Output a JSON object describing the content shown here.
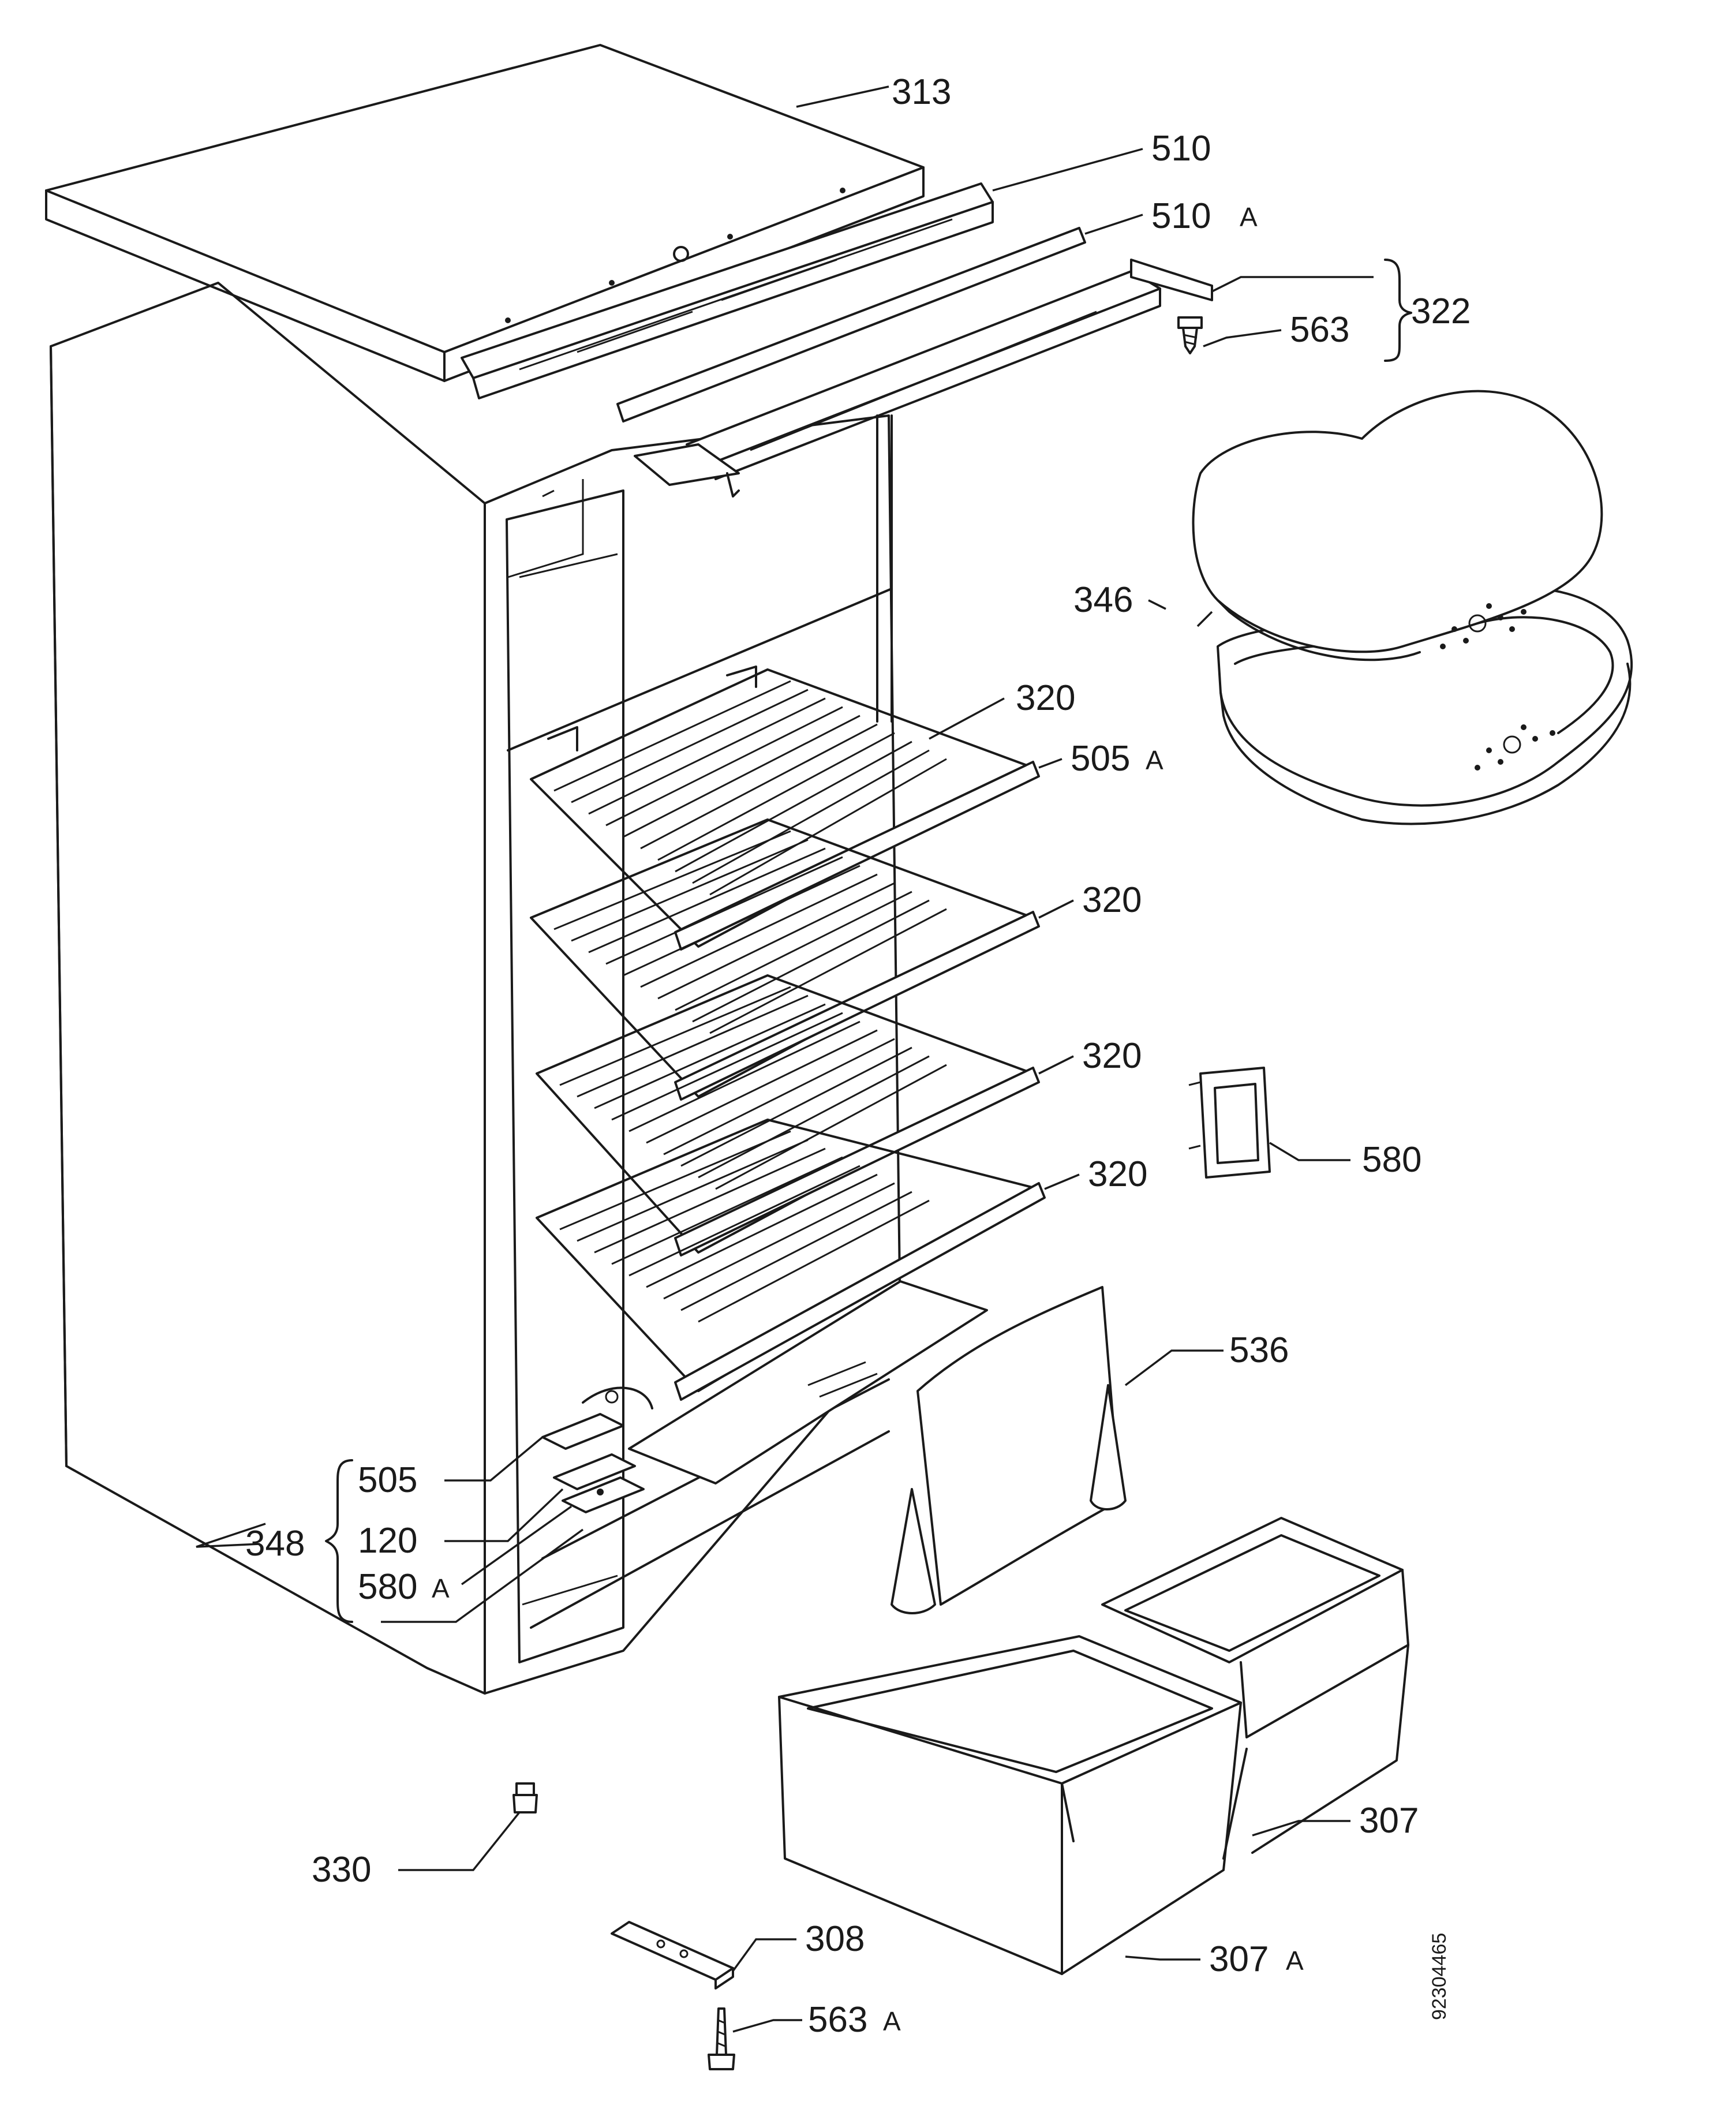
{
  "callouts": {
    "c313": "313",
    "c510": "510",
    "c510a_num": "510",
    "c510a_suffix": "A",
    "c322": "322",
    "c563": "563",
    "c346": "346",
    "c320_1": "320",
    "c505a_num": "505",
    "c505a_suffix": "A",
    "c320_2": "320",
    "c320_3": "320",
    "c320_4": "320",
    "c580": "580",
    "c536": "536",
    "c505": "505",
    "c120": "120",
    "c580a_num": "580",
    "c580a_suffix": "A",
    "c348": "348",
    "c307": "307",
    "c330": "330",
    "c308": "308",
    "c307a_num": "307",
    "c307a_suffix": "A",
    "c563a_num": "563",
    "c563a_suffix": "A"
  },
  "drawing_number": "92304465"
}
